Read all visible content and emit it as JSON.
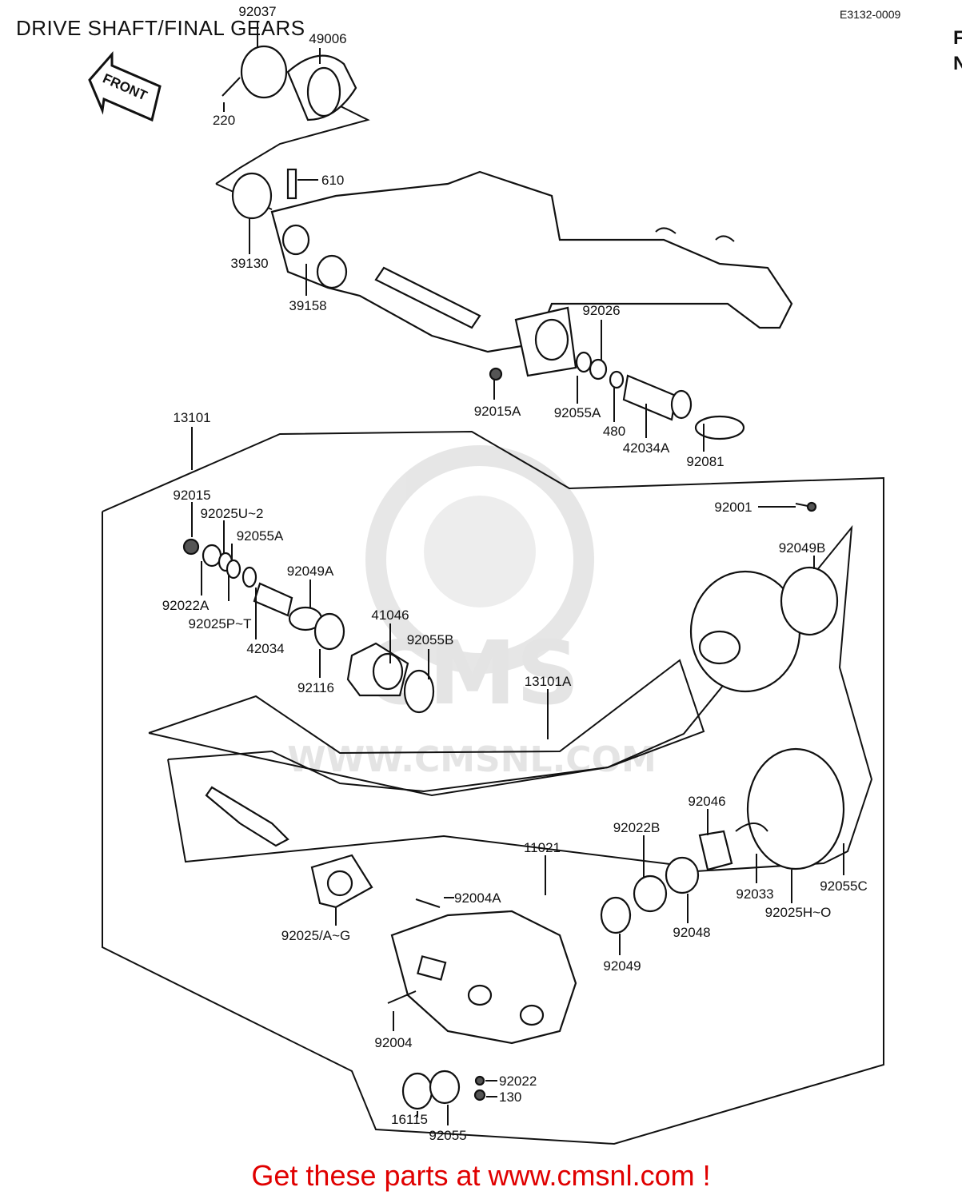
{
  "header": {
    "title": "DRIVE SHAFT/FINAL GEARS",
    "diagram_code": "E3132-0009",
    "edge_letters": [
      "F",
      "N"
    ]
  },
  "front_arrow": {
    "label": "FRONT"
  },
  "watermark": {
    "logo_text": "CMS",
    "url_text": "WWW.CMSNL.COM"
  },
  "footer": {
    "banner": "Get these parts at www.cmsnl.com !"
  },
  "callouts": {
    "p92037": "92037",
    "p49006": "49006",
    "p220": "220",
    "p610": "610",
    "p39130": "39130",
    "p39158": "39158",
    "p92026": "92026",
    "p92015A": "92015A",
    "p92055A_top": "92055A",
    "p480": "480",
    "p42034A": "42034A",
    "p92081": "92081",
    "p13101": "13101",
    "p92015": "92015",
    "p92025U": "92025U~2",
    "p92055A": "92055A",
    "p92049A": "92049A",
    "p92022A": "92022A",
    "p92025P": "92025P~T",
    "p42034": "42034",
    "p41046": "41046",
    "p92055B": "92055B",
    "p92116": "92116",
    "p13101A": "13101A",
    "p92001": "92001",
    "p92049B": "92049B",
    "p92046": "92046",
    "p92022B": "92022B",
    "p11021": "11021",
    "p92004A": "92004A",
    "p92025AG": "92025/A~G",
    "p92048": "92048",
    "p92033": "92033",
    "p92055C": "92055C",
    "p92025HO": "92025H~O",
    "p92049": "92049",
    "p92004": "92004",
    "p92022": "92022",
    "p130": "130",
    "p16115": "16115",
    "p92055": "92055"
  }
}
